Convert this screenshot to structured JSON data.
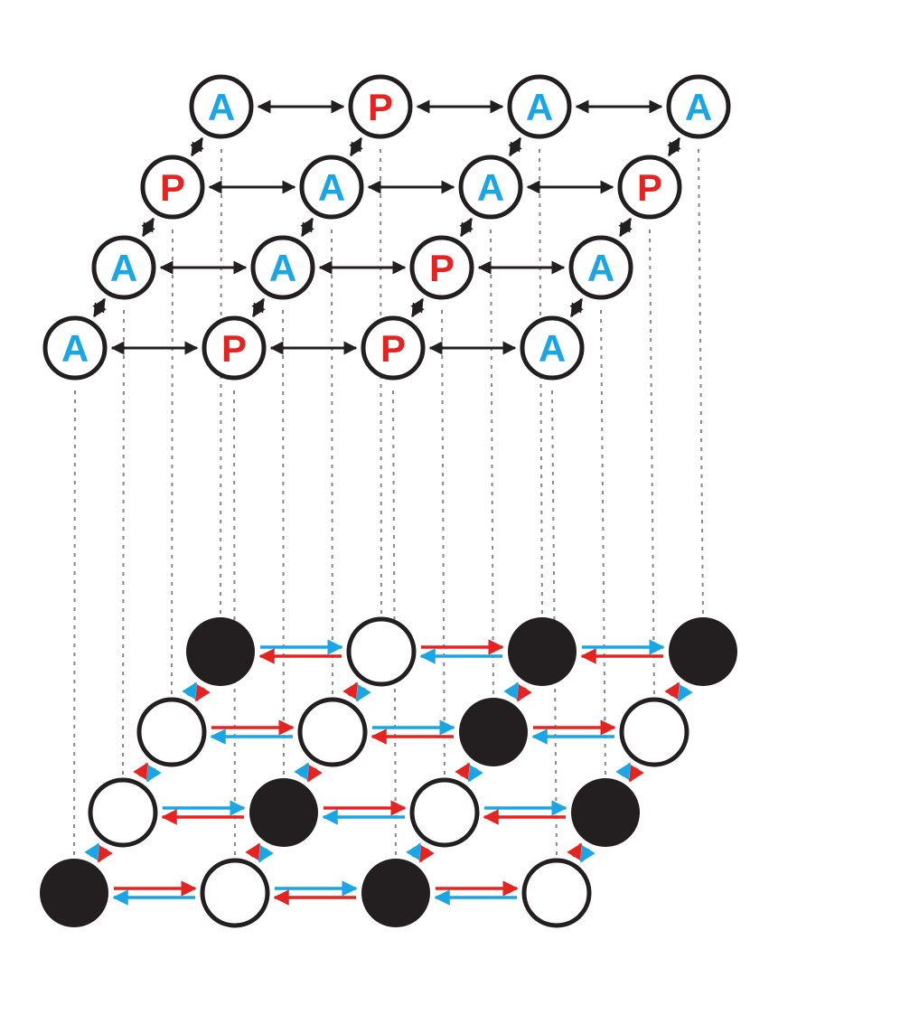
{
  "colors": {
    "A": "#1aa6e4",
    "P": "#e52421",
    "black": "#231f20",
    "white": "#ffffff",
    "guide": "#888888"
  },
  "top_lattice": {
    "rows": [
      [
        "A",
        "P",
        "A",
        "A"
      ],
      [
        "P",
        "A",
        "A",
        "P"
      ],
      [
        "A",
        "A",
        "P",
        "A"
      ],
      [
        "A",
        "P",
        "P",
        "A"
      ]
    ]
  },
  "bottom_lattice": {
    "rows": [
      [
        "black",
        "white",
        "black",
        "black"
      ],
      [
        "white",
        "white",
        "black",
        "white"
      ],
      [
        "white",
        "black",
        "white",
        "black"
      ],
      [
        "black",
        "white",
        "black",
        "white"
      ]
    ]
  }
}
